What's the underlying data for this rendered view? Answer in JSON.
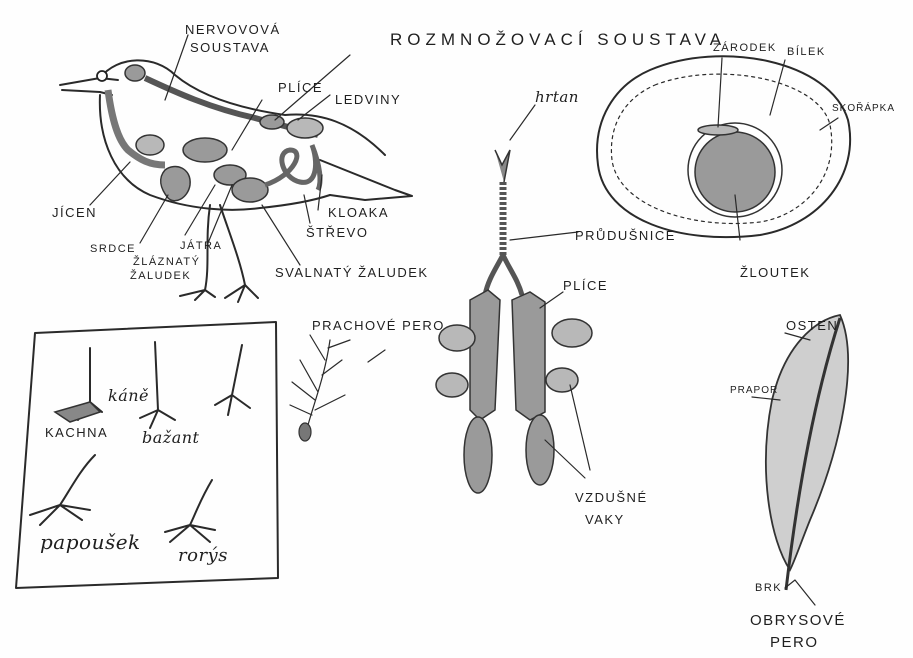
{
  "title": "ROZMNOŽOVACÍ SOUSTAVA",
  "bird_labels": {
    "nervous": "NERVOVOVÁ",
    "nervous2": "SOUSTAVA",
    "lungs": "PLÍCE",
    "kidneys": "LEDVINY",
    "esophagus": "JÍCEN",
    "heart": "SRDCE",
    "glandular_stomach": "ŽLÁZNATÝ",
    "glandular_stomach2": "ŽALUDEK",
    "liver": "JÁTRA",
    "cloaca": "KLOAKA",
    "intestine": "ŠTŘEVO",
    "gizzard": "SVALNATÝ ŽALUDEK"
  },
  "respiratory_labels": {
    "larynx": "hrtan",
    "trachea": "PRŮDUŠNICE",
    "lungs": "PLÍCE",
    "air_sacs": "VZDUŠNÉ",
    "air_sacs2": "VAKY"
  },
  "egg_labels": {
    "embryo": "ZÁRODEK",
    "albumen": "BÍLEK",
    "shell": "SKOŘÁPKA",
    "yolk": "ŽLOUTEK"
  },
  "feet_labels": {
    "duck": "KACHNA",
    "buzzard": "káně",
    "pheasant": "bažant",
    "parrot": "papoušek",
    "swift": "rorýs"
  },
  "down_feather_label": "PRACHOVÉ PERO",
  "contour_feather_labels": {
    "shaft": "OSTEN",
    "barb": "PRAPOR",
    "quill": "BRK",
    "name": "OBRYSOVÉ",
    "name2": "PERO"
  }
}
